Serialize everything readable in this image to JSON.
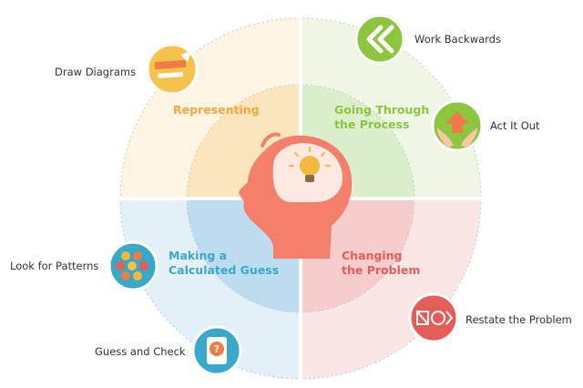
{
  "quadrants": {
    "top_left": {
      "label": "Representing",
      "color": "#f2a93b"
    },
    "top_right": {
      "label": "Going Through the Process",
      "line1": "Going Through",
      "line2": "the Process",
      "color": "#8cc63f"
    },
    "bottom_left": {
      "label": "Making a Calculated Guess",
      "line1": "Making a",
      "line2": "Calculated Guess",
      "color": "#3aa9c9"
    },
    "bottom_right": {
      "label": "Changing the Problem",
      "line1": "Changing",
      "line2": "the Problem",
      "color": "#e55d57"
    }
  },
  "strategies": {
    "draw_diagrams": {
      "label": "Draw Diagrams",
      "icon": "pencil-ruler-icon"
    },
    "work_backwards": {
      "label": "Work Backwards",
      "icon": "double-chevron-left-icon"
    },
    "act_it_out": {
      "label": "Act It Out",
      "icon": "hands-arrow-icon"
    },
    "look_for_patterns": {
      "label": "Look for Patterns",
      "icon": "hexagon-pattern-icon"
    },
    "guess_and_check": {
      "label": "Guess and Check",
      "icon": "question-card-icon"
    },
    "restate_the_problem": {
      "label": "Restate the Problem",
      "icon": "shapes-icon"
    }
  },
  "center": {
    "icon": "head-lightbulb-icon"
  }
}
